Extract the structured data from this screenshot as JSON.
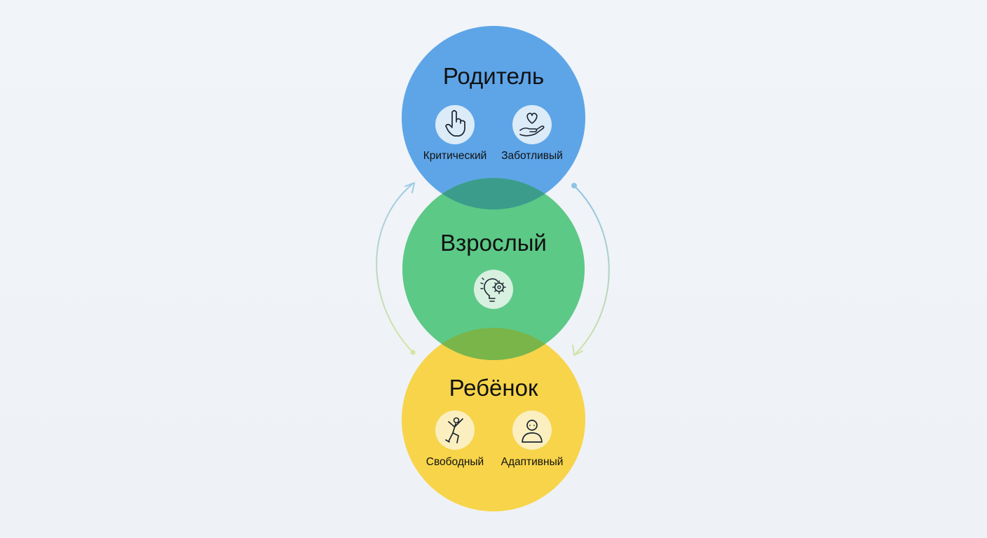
{
  "diagram": {
    "colors": {
      "background": "#eef2f6",
      "parent_circle": "#5ea5e8",
      "adult_circle": "#5cc987",
      "child_circle": "#f7d44a",
      "parent_adult_overlap": "#3b9c8c",
      "adult_child_overlap": "#7ab54a",
      "arrow_left": "#a9cde3",
      "arrow_right": "#9ccbe6"
    },
    "states": [
      {
        "id": "parent",
        "title": "Родитель",
        "subtypes": [
          {
            "label": "Критический",
            "icon": "pointing-hand-icon"
          },
          {
            "label": "Заботливый",
            "icon": "heart-in-hand-icon"
          }
        ]
      },
      {
        "id": "adult",
        "title": "Взрослый",
        "subtypes": [
          {
            "label": "",
            "icon": "lightbulb-gear-icon"
          }
        ]
      },
      {
        "id": "child",
        "title": "Ребёнок",
        "subtypes": [
          {
            "label": "Свободный",
            "icon": "jumping-person-icon"
          },
          {
            "label": "Адаптивный",
            "icon": "person-bust-icon"
          }
        ]
      }
    ]
  }
}
